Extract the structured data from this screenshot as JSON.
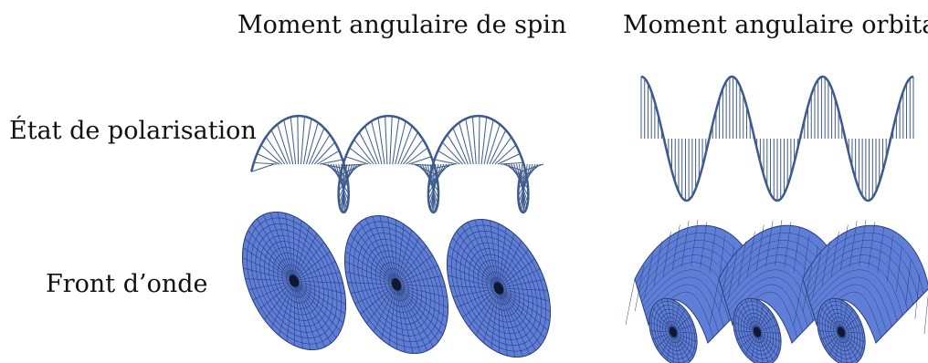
{
  "headers": {
    "col_spin": "Moment angulaire de spin",
    "col_orbital": "Moment angulaire orbital",
    "row_polarization": "État de polarisation",
    "row_wavefront": "Front d’onde"
  },
  "colors": {
    "line": "#3d5a8c",
    "surface_fill": "#5f7ed8",
    "surface_grid": "#2b3f78"
  }
}
